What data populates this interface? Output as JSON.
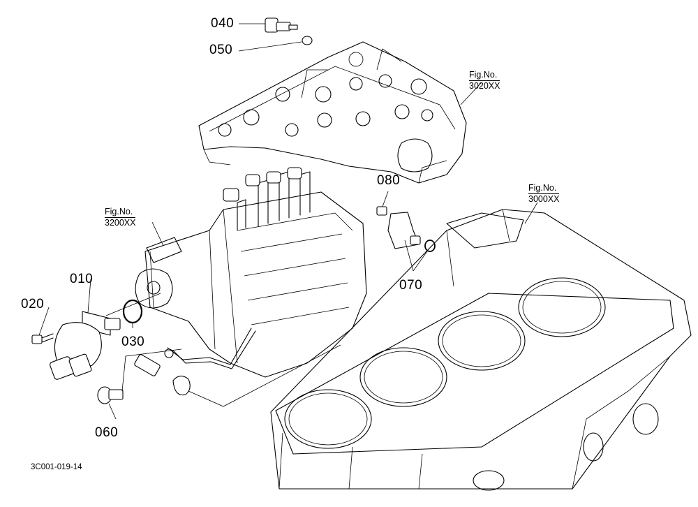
{
  "callouts": {
    "p010": "010",
    "p020": "020",
    "p030": "030",
    "p040": "040",
    "p050": "050",
    "p060": "060",
    "p070": "070",
    "p080": "080"
  },
  "fig_refs": {
    "head": {
      "label": "Fig.No.",
      "number": "3020XX"
    },
    "pump": {
      "label": "Fig.No.",
      "number": "3200XX"
    },
    "block": {
      "label": "Fig.No.",
      "number": "3000XX"
    }
  },
  "image_code": "3C001-019-14"
}
